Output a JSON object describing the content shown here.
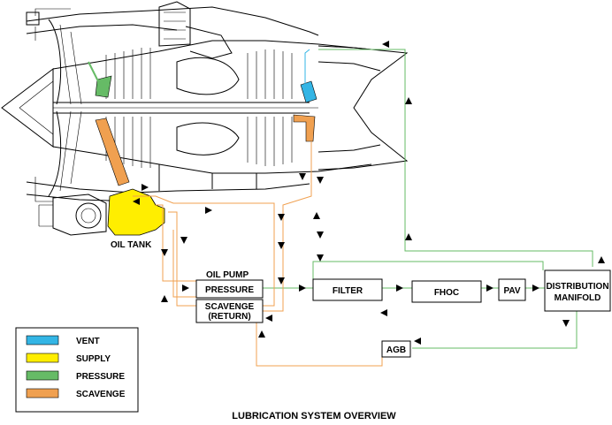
{
  "title": "LUBRICATION SYSTEM OVERVIEW",
  "oil_tank_label": "OIL TANK",
  "oil_pump_label": "OIL PUMP",
  "boxes": {
    "pressure": "PRESSURE",
    "scavenge_line1": "SCAVENGE",
    "scavenge_line2": "(RETURN)",
    "filter": "FILTER",
    "fhoc": "FHOC",
    "pav": "PAV",
    "manifold_line1": "DISTRIBUTION",
    "manifold_line2": "MANIFOLD",
    "agb": "AGB"
  },
  "legend": [
    {
      "label": "VENT",
      "color": "#33b5e5"
    },
    {
      "label": "SUPPLY",
      "color": "#ffee00"
    },
    {
      "label": "PRESSURE",
      "color": "#66bb66"
    },
    {
      "label": "SCAVENGE",
      "color": "#f0a050"
    }
  ],
  "line_colors": {
    "pressure": "#66bb66",
    "scavenge": "#f0a050",
    "vent": "#33b5e5",
    "supply": "#ffee00"
  }
}
